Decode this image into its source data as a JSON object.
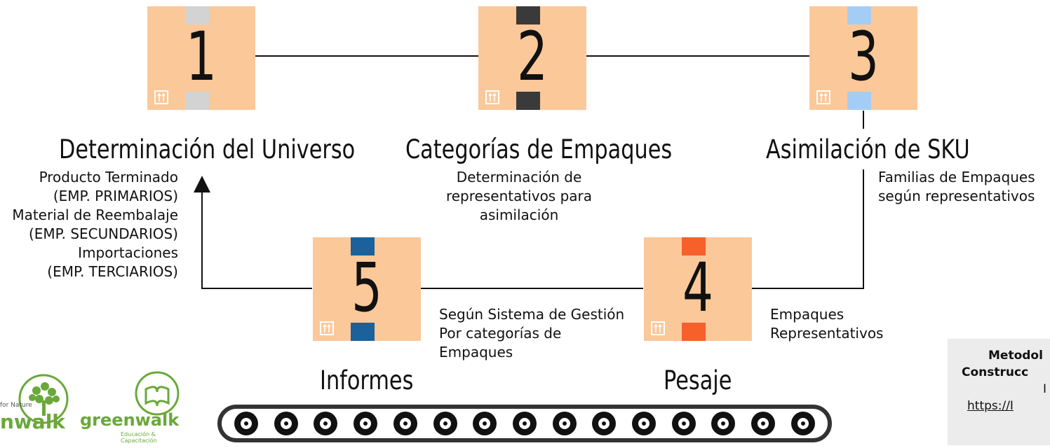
{
  "colors": {
    "box": "#fbc89a",
    "tape1": "#d3d3d3",
    "tape2": "#3a3a3a",
    "tape3": "#a4cdf5",
    "tape4": "#f5602b",
    "tape5": "#1b629c",
    "logo_green": "#6aa83a"
  },
  "steps": [
    {
      "number": "1",
      "title": "Determinación del Universo",
      "lines": [
        "Producto Terminado",
        "(EMP. PRIMARIOS)",
        "Material de Reembalaje",
        "(EMP. SECUNDARIOS)",
        "Importaciones",
        "(EMP. TERCIARIOS)"
      ]
    },
    {
      "number": "2",
      "title": "Categorías de Empaques",
      "lines": [
        "Determinación de",
        "representativos para",
        "asimilación"
      ]
    },
    {
      "number": "3",
      "title": "Asimilación de SKU",
      "lines": [
        "Familias de Empaques",
        "según representativos"
      ]
    },
    {
      "number": "4",
      "title": "Pesaje",
      "lines": [
        "Empaques",
        "Representativos"
      ]
    },
    {
      "number": "5",
      "title": "Informes",
      "lines": [
        "Según Sistema de Gestión",
        "Por categorías de",
        "Empaques"
      ]
    }
  ],
  "reference": {
    "line1": "Metodol",
    "line2": "Construcc",
    "line3": "I",
    "link": "https://I"
  },
  "logos": {
    "left_tagline": "for Nature",
    "left_name": "nwalk",
    "right_name": "greenwalk",
    "right_tagline": "Educación & Capacitación"
  },
  "icons": {
    "package": "this-side-up-icon",
    "arrow": "arrow-up-icon"
  }
}
